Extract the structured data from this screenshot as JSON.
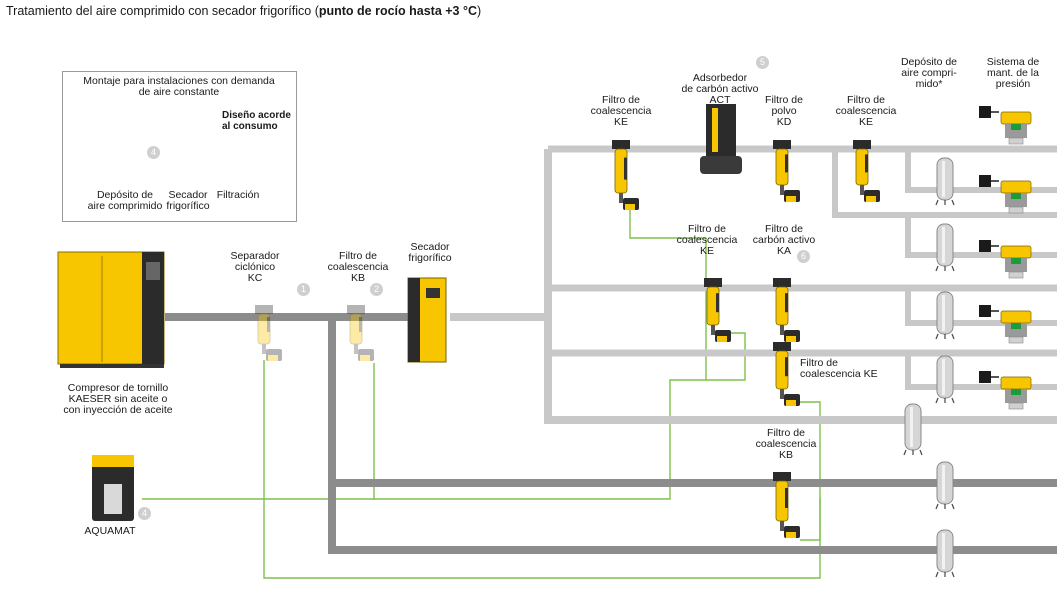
{
  "title": {
    "main": "Tratamiento del aire comprimido con secador frigorífico (",
    "bold": "punto de rocío hasta +3 °C",
    "end": ")"
  },
  "inset": {
    "title": "Montaje para instalaciones con demanda\nde aire constante",
    "design_label": "Diseño acorde\nal consumo",
    "tank_label": "Depósito de\naire comprimido",
    "tank_badge": "4",
    "dryer_label": "Secador\nfrigorífico",
    "filtration_label": "Filtración"
  },
  "components": {
    "compressor": "Compresor de tornillo\nKAESER sin aceite o\ncon inyección de aceite",
    "aquamat": "AQUAMAT",
    "aquamat_badge": "4",
    "kc": "Separador\nciclónico\nKC",
    "kc_badge": "1",
    "kb1": "Filtro de\ncoalescencia\nKB",
    "kb1_badge": "2",
    "dryer": "Secador\nfrigorífico",
    "ke_top": "Filtro de\ncoalescencia\nKE",
    "act": "Adsorbedor\nde carbón activo\nACT",
    "act_badge": "5",
    "kd": "Filtro de\npolvo\nKD",
    "ke_top2": "Filtro de\ncoalescencia\nKE",
    "receiver": "Depósito de\naire compri-\nmido*",
    "pressure_system": "Sistema de\nmant. de la\npresión",
    "ke_mid": "Filtro de\ncoalescencia\nKE",
    "ka": "Filtro de\ncarbón activo\nKA",
    "ka_badge": "6",
    "ke_right": "Filtro de\ncoalescencia KE",
    "kb2": "Filtro de\ncoalescencia\nKB"
  },
  "colors": {
    "pipe_dark": "#8c8c8c",
    "pipe_light": "#c8c8c8",
    "condensate": "#7dc24b",
    "kaeser_yellow": "#f7c600",
    "housing_dark": "#2b2b2b"
  }
}
